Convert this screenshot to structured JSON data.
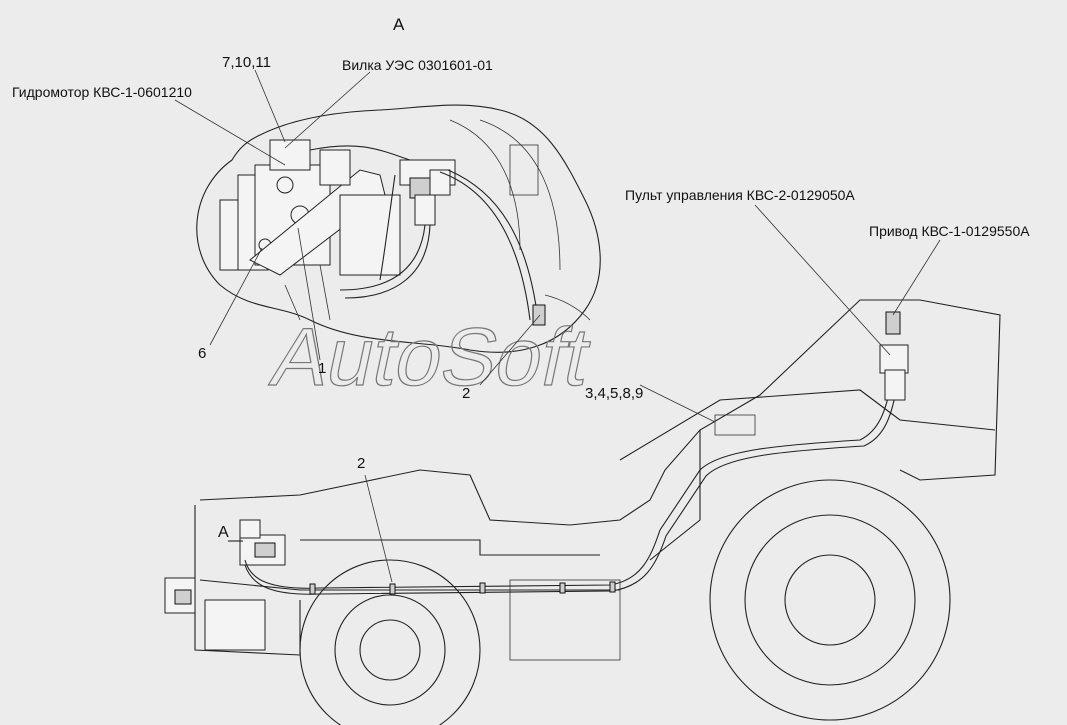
{
  "view_label": "А",
  "labels": {
    "hydromotor": "Гидромотор КВС-1-0601210",
    "plug": "Вилка УЭС 0301601-01",
    "items_7_10_11": "7,10,11",
    "control_panel": "Пульт управления КВС-2-0129050А",
    "drive": "Привод КВС-1-0129550А",
    "item_6": "6",
    "item_1": "1",
    "item_2_top": "2",
    "items_3_4_5_8_9": "3,4,5,8,9",
    "item_2_bottom": "2",
    "view_marker": "А"
  },
  "watermark": "AutoSoft"
}
